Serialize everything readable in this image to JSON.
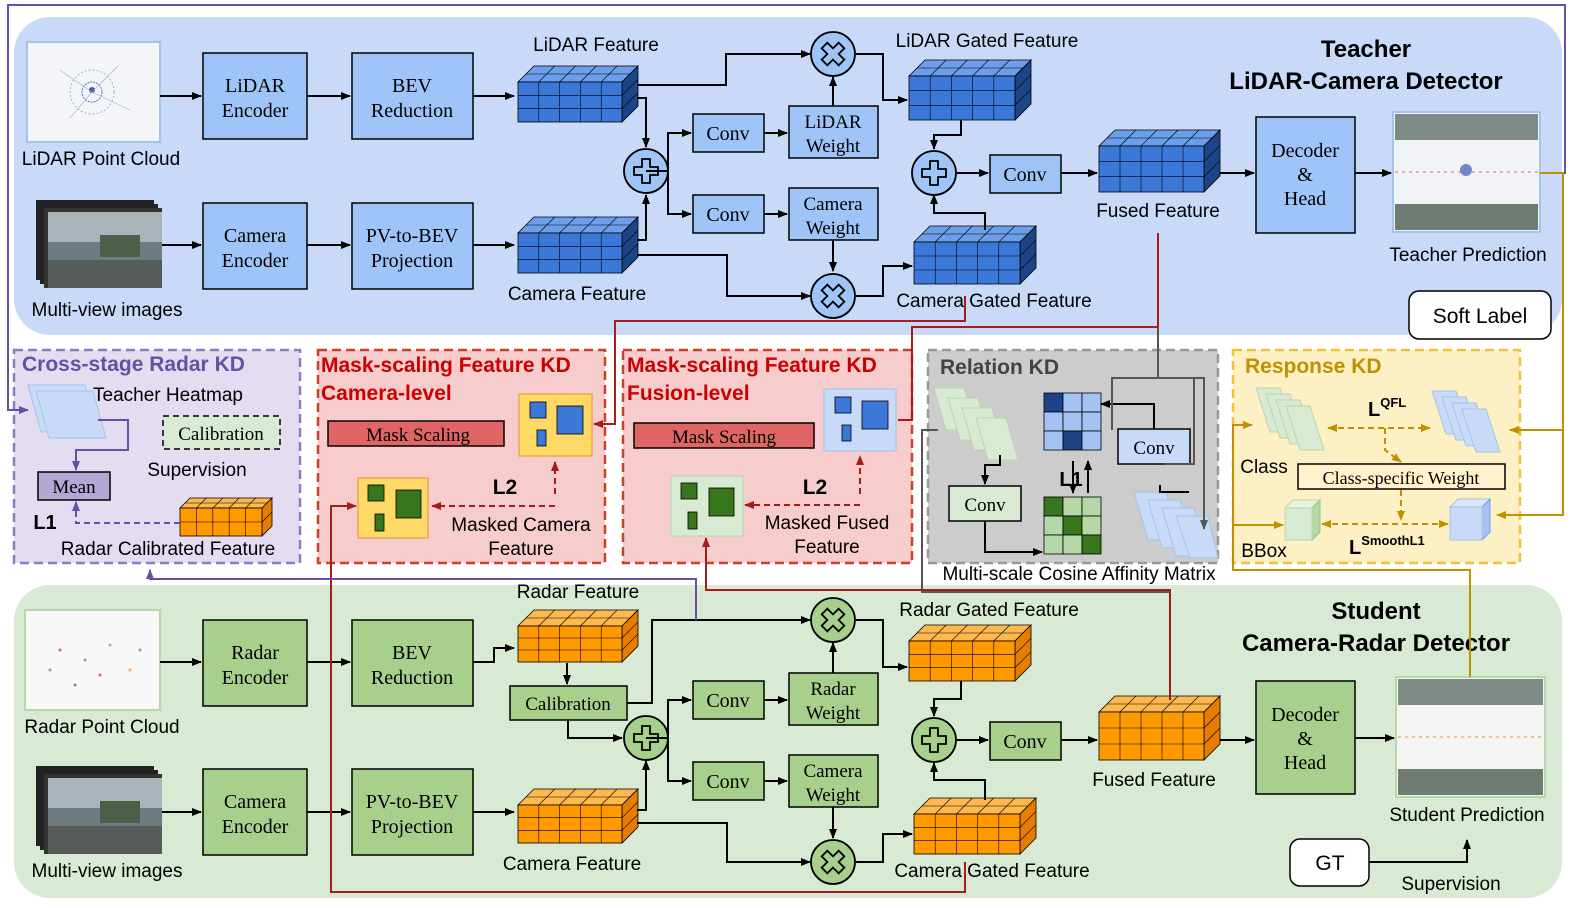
{
  "teacher": {
    "title_line1": "Teacher",
    "title_line2": "LiDAR-Camera Detector",
    "lidar_point_cloud": "LiDAR Point Cloud",
    "multiview_images": "Multi-view images",
    "lidar_encoder": [
      "LiDAR",
      "Encoder"
    ],
    "bev_reduction": [
      "BEV",
      "Reduction"
    ],
    "camera_encoder": [
      "Camera",
      "Encoder"
    ],
    "pv_to_bev": [
      "PV-to-BEV",
      "Projection"
    ],
    "lidar_feature": "LiDAR Feature",
    "camera_feature": "Camera Feature",
    "conv": "Conv",
    "lidar_weight": [
      "LiDAR",
      "Weight"
    ],
    "camera_weight": [
      "Camera",
      "Weight"
    ],
    "lidar_gated": "LiDAR Gated Feature",
    "camera_gated": "Camera Gated Feature",
    "fused_feature": "Fused Feature",
    "decoder": [
      "Decoder",
      "&",
      "Head"
    ],
    "prediction": "Teacher Prediction",
    "soft_label": "Soft Label"
  },
  "student": {
    "title_line1": "Student",
    "title_line2": "Camera-Radar Detector",
    "radar_point_cloud": "Radar Point Cloud",
    "multiview_images": "Multi-view images",
    "radar_encoder": [
      "Radar",
      "Encoder"
    ],
    "bev_reduction": [
      "BEV",
      "Reduction"
    ],
    "camera_encoder": [
      "Camera",
      "Encoder"
    ],
    "pv_to_bev": [
      "PV-to-BEV",
      "Projection"
    ],
    "radar_feature": "Radar Feature",
    "calibration": "Calibration",
    "camera_feature": "Camera Feature",
    "conv": "Conv",
    "radar_weight": [
      "Radar",
      "Weight"
    ],
    "camera_weight": [
      "Camera",
      "Weight"
    ],
    "radar_gated": "Radar Gated Feature",
    "camera_gated": "Camera Gated Feature",
    "fused_feature": "Fused Feature",
    "decoder": [
      "Decoder",
      "&",
      "Head"
    ],
    "prediction": "Student Prediction",
    "gt": "GT",
    "supervision": "Supervision"
  },
  "kd": {
    "cross_stage": {
      "title": "Cross-stage Radar KD",
      "teacher_heatmap": "Teacher Heatmap",
      "calibration": "Calibration",
      "supervision": "Supervision",
      "mean": "Mean",
      "l1": "L1",
      "radar_calibrated": "Radar Calibrated Feature"
    },
    "mask_camera": {
      "title_line1": "Mask-scaling Feature KD",
      "title_line2": "Camera-level",
      "mask_scaling": "Mask Scaling",
      "l2": "L2",
      "masked_line1": "Masked Camera",
      "masked_line2": "Feature"
    },
    "mask_fusion": {
      "title_line1": "Mask-scaling Feature KD",
      "title_line2": "Fusion-level",
      "mask_scaling": "Mask Scaling",
      "l2": "L2",
      "masked_line1": "Masked Fused",
      "masked_line2": "Feature"
    },
    "relation": {
      "title": "Relation KD",
      "conv1": "Conv",
      "conv2": "Conv",
      "l1": "L1",
      "matrix": "Multi-scale Cosine Affinity Matrix"
    },
    "response": {
      "title": "Response KD",
      "lqfl": "L",
      "lqfl_sup": "QFL",
      "class": "Class",
      "class_weight": "Class-specific Weight",
      "bbox": "BBox",
      "lsmooth": "L",
      "lsmooth_sup": "SmoothL1"
    }
  },
  "colors": {
    "teacher_bg": "#c9daf8",
    "student_bg": "#d8ead3",
    "blue_box": "#9fc5f8",
    "green_box": "#a8d08d",
    "orange": "#ff9900",
    "blue_cube": "#3c78d8",
    "crossstage_bg": "#e4dcf0",
    "mask_bg": "#f6cccc",
    "relation_bg": "#cccccc",
    "response_bg": "#fdf0c4",
    "red_arrow": "#a61c1c",
    "purple_arrow": "#674ea7",
    "gold_arrow": "#bf9000"
  }
}
